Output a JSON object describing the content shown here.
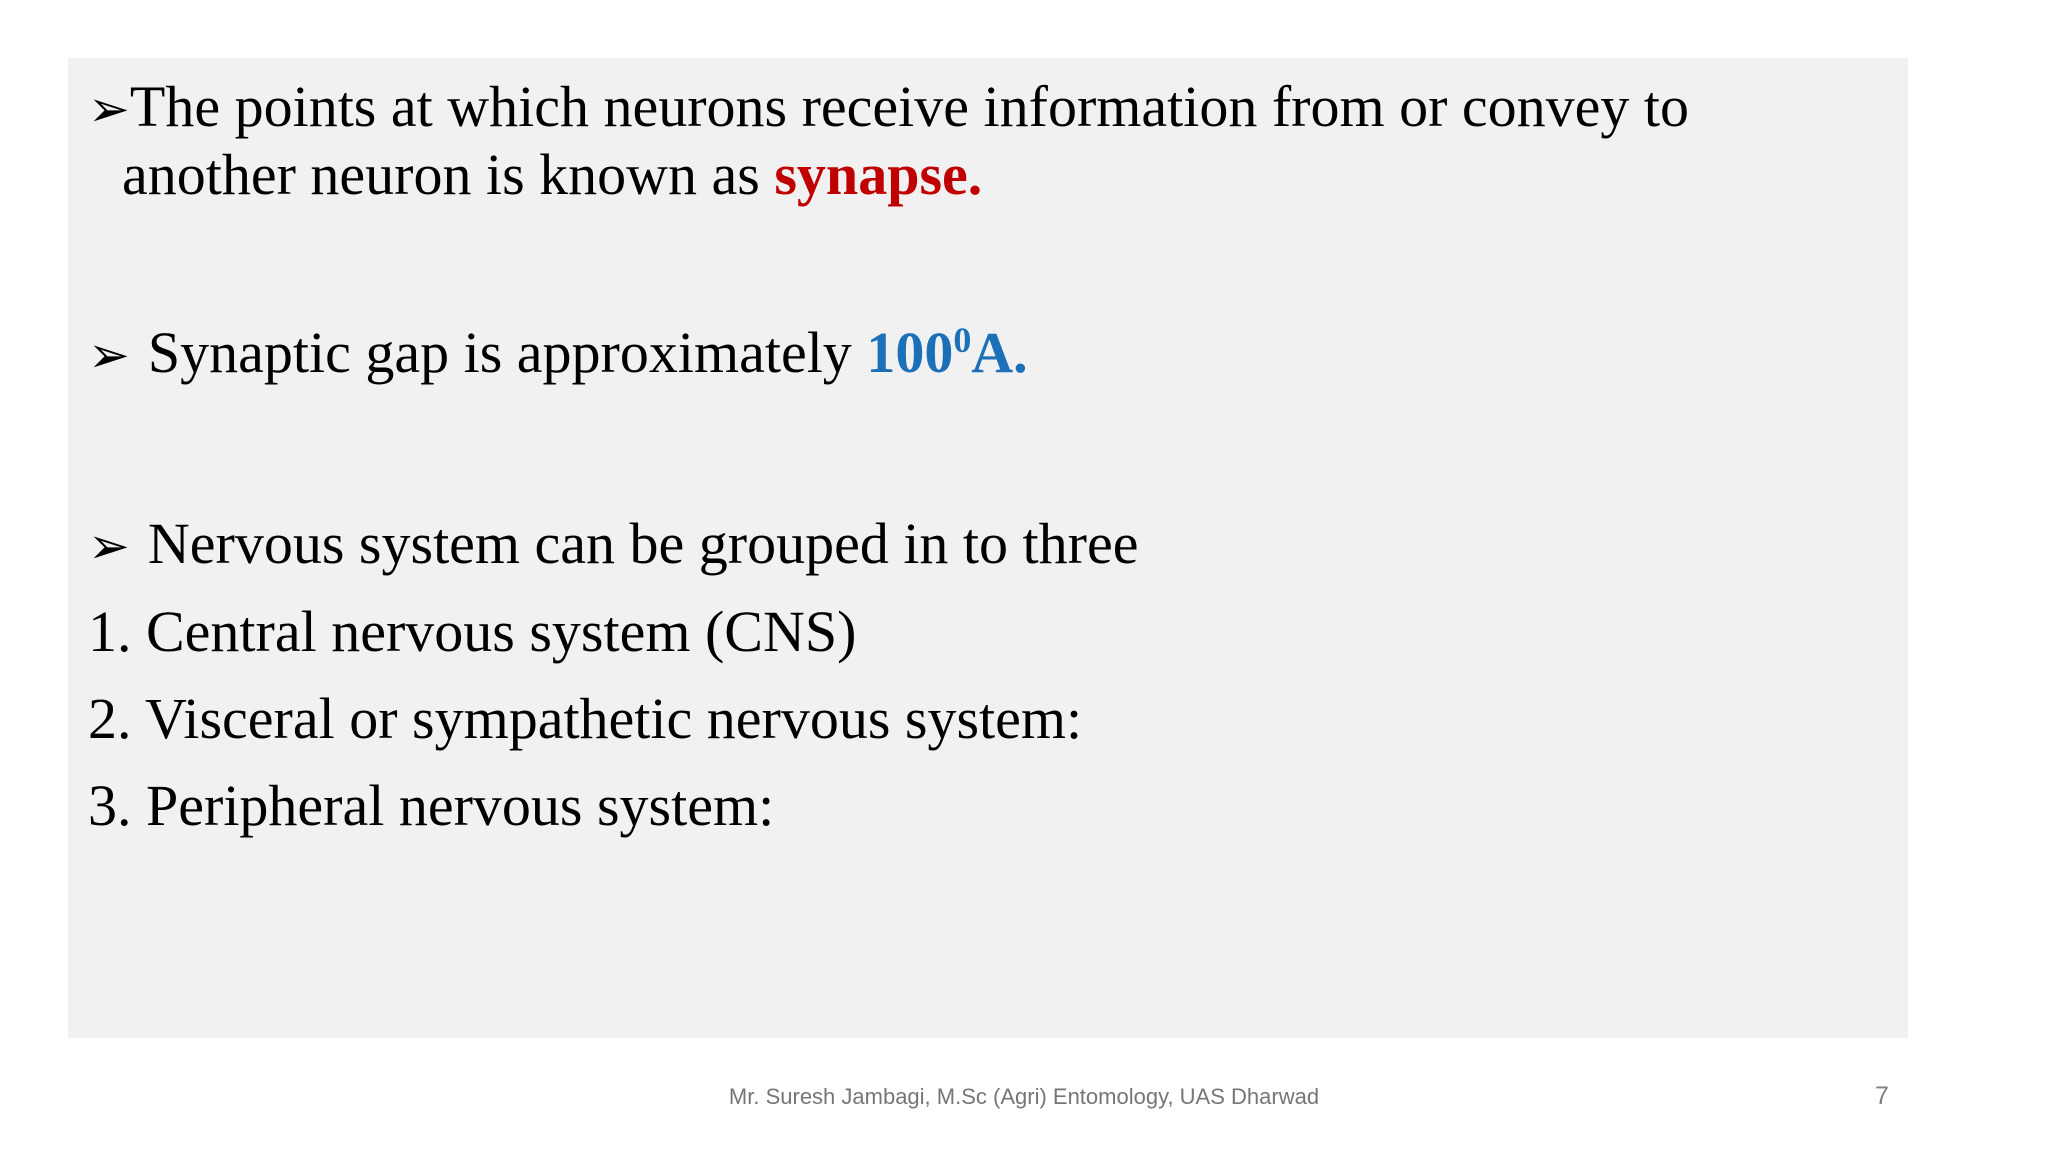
{
  "slide": {
    "background_color": "#ffffff",
    "box_background_color": "#f2f1f1",
    "text_color": "#000000",
    "footer_text": "Mr. Suresh Jambagi, M.Sc (Agri) Entomology, UAS Dharwad",
    "footer_color": "#767676",
    "page_number": "7"
  },
  "content": {
    "bullet1": {
      "marker": "➢",
      "line1": "The points at which neurons receive information from or convey to",
      "line2": "another neuron is known as ",
      "line2_highlight": "synapse.",
      "highlight_color": "#c00000"
    },
    "bullet2": {
      "marker": "➢",
      "text": "Synaptic gap is approximately ",
      "value_base": "100",
      "value_sup": "0",
      "value_unit": "A.",
      "value_color": "#1b70b8"
    },
    "bullet3": {
      "marker": "➢",
      "text": "Nervous system can be grouped in to three"
    },
    "numbered_items": [
      "1. Central nervous system (CNS)",
      "2. Visceral or sympathetic nervous system:",
      "3. Peripheral nervous system:"
    ]
  }
}
